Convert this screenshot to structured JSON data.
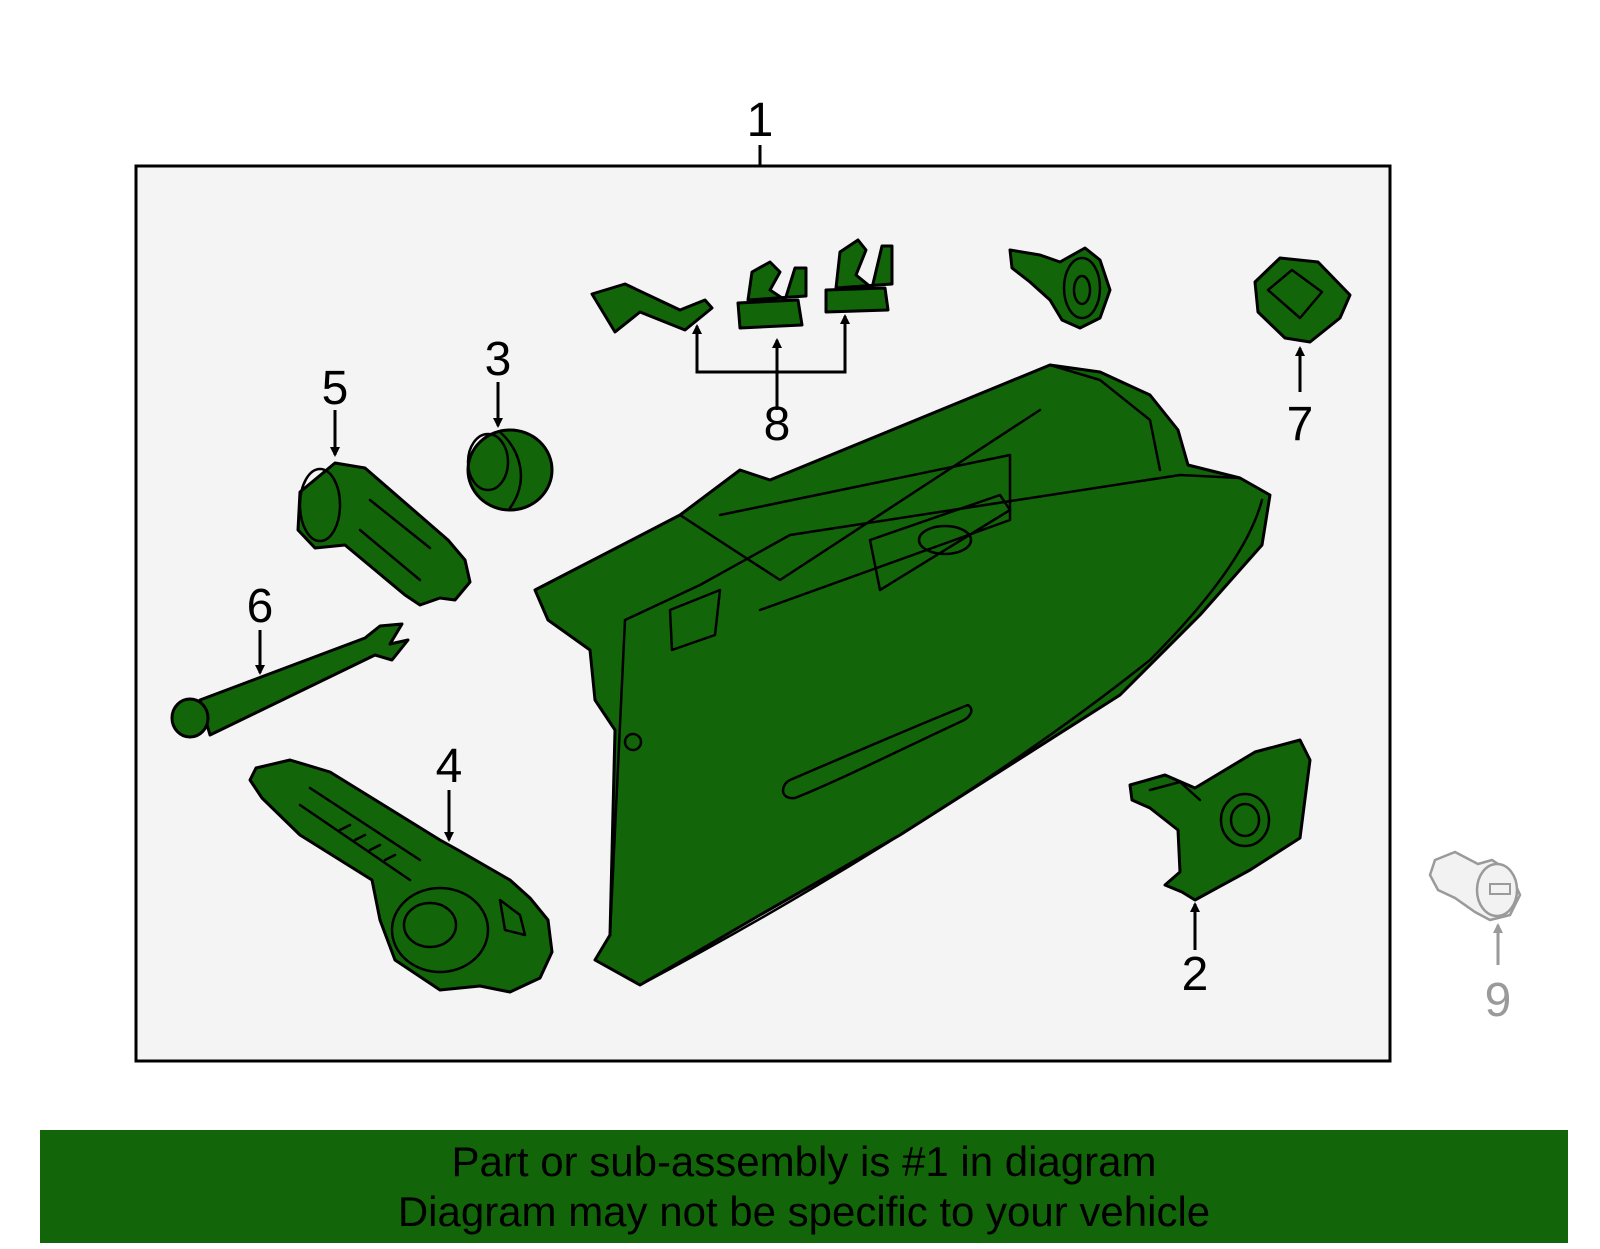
{
  "colors": {
    "part_fill": "#126508",
    "outline": "#000000",
    "not_included": "#9a9a9a",
    "banner": "#126508"
  },
  "callouts": [
    "1",
    "2",
    "3",
    "4",
    "5",
    "6",
    "7",
    "8",
    "9"
  ],
  "banner": {
    "line1": "Part or sub-assembly is #1 in diagram",
    "line2": "Diagram may not be specific to your vehicle"
  }
}
